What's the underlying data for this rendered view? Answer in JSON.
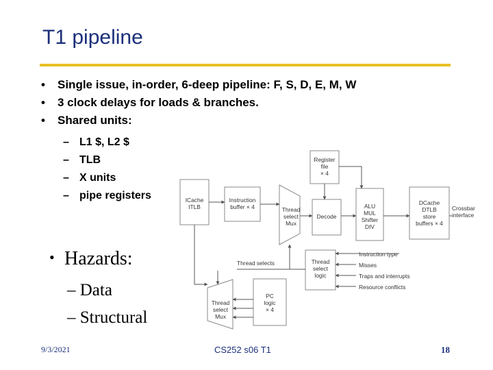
{
  "slide": {
    "title": "T1 pipeline",
    "bullets": [
      "Single issue, in-order, 6-deep pipeline: F, S, D, E, M, W",
      "3 clock delays for loads & branches.",
      "Shared units:"
    ],
    "shared_units": [
      "L1 $, L2 $",
      "TLB",
      "X units",
      "pipe registers"
    ],
    "bullet_mark": "•",
    "dash_mark": "–",
    "hazards_title": "Hazards:",
    "hazards": [
      "– Data",
      "– Structural"
    ]
  },
  "diagram": {
    "register_file": [
      "Register",
      "file",
      "× 4"
    ],
    "icache": [
      "ICache",
      "ITLB"
    ],
    "instruction_buffer": [
      "Instruction",
      "buffer × 4"
    ],
    "thread_select_mux_top": [
      "Thread",
      "select",
      "Mux"
    ],
    "decode": [
      "Decode"
    ],
    "execute_units": [
      "ALU",
      "MUL",
      "Shifter",
      "DIV"
    ],
    "dcache": [
      "DCache",
      "DTLB",
      "store",
      "buffers × 4"
    ],
    "crossbar": [
      "Crossbar",
      "interface"
    ],
    "thread_selects_label": "Thread selects",
    "thread_select_logic": [
      "Thread",
      "select",
      "logic"
    ],
    "control_inputs": [
      "Instruction type",
      "Misses",
      "Traps and interrupts",
      "Resource conflicts"
    ],
    "thread_select_mux_bottom": [
      "Thread",
      "select",
      "Mux"
    ],
    "pc_logic": [
      "PC",
      "logic",
      "× 4"
    ]
  },
  "footer": {
    "date": "9/3/2021",
    "course": "CS252 s06 T1",
    "page": "18"
  },
  "colors": {
    "title": "#1a2f7a",
    "rule": "#e8c022",
    "box_stroke": "#8a8a8a",
    "line": "#555555"
  }
}
